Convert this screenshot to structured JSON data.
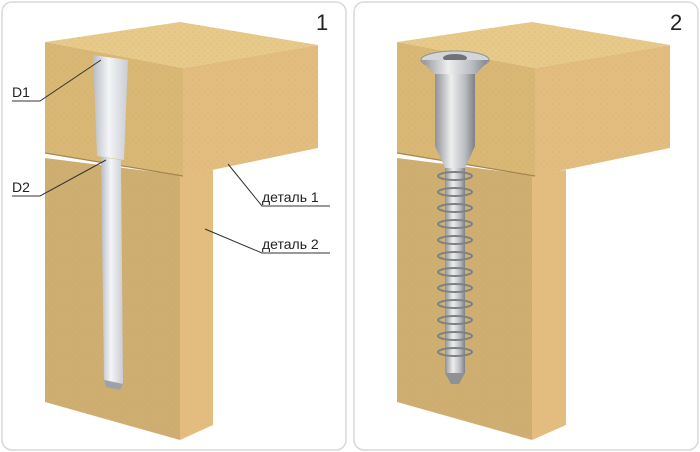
{
  "panels": [
    {
      "number": "1"
    },
    {
      "number": "2"
    }
  ],
  "labels": {
    "d1": "D1",
    "d2": "D2",
    "part1": "деталь 1",
    "part2": "деталь 2"
  },
  "colors": {
    "wood_top": "#e7c98a",
    "wood_front": "#d9b774",
    "wood_side": "#e3bd80",
    "wood_lower": "#cfae72",
    "hole_light": "#f4f5f8",
    "hole_shadow": "#b8bcc4",
    "screw_light": "#e6e6e6",
    "screw_dark": "#8e9196",
    "line": "#333333",
    "frame": "#d8d8d8"
  }
}
